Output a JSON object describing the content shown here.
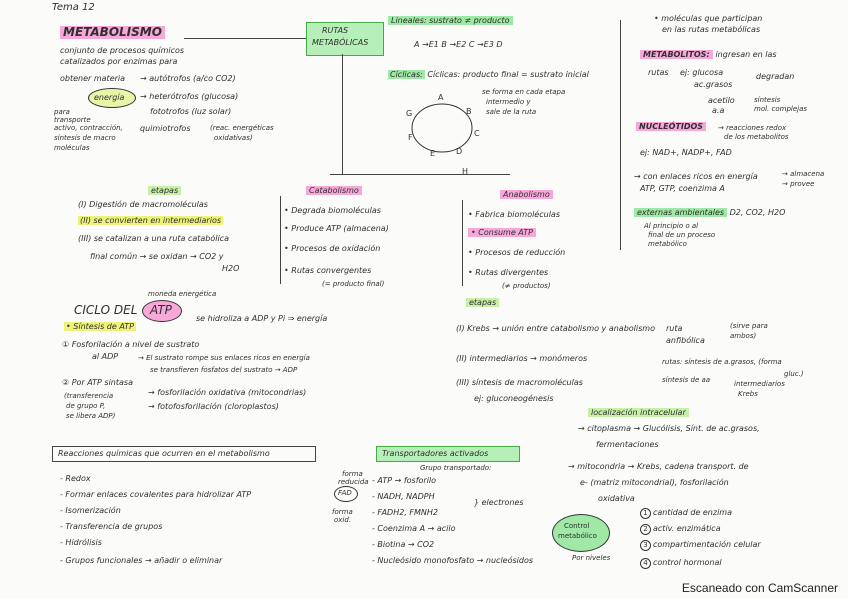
{
  "header": {
    "tema": "Tema 12"
  },
  "metabolismo": {
    "title": "METABOLISMO",
    "def": [
      "conjunto de procesos químicos",
      "catalizados por enzimas para",
      "obtener materia"
    ],
    "autotrofos": "→ autótrofos (a/co CO2)",
    "energia": "energía",
    "heterotrofos": "→ heterótrofos (glucosa)",
    "fototrofos": "fototrofos (luz solar)",
    "quimiotrofos": "quimiotrofos",
    "quimio_note": [
      "(reac. energéticas",
      "oxidativas)"
    ],
    "para": [
      "para",
      "transporte",
      "activo, contracción,",
      "síntesis de macro",
      "moléculas"
    ]
  },
  "rutas": {
    "title": [
      "RUTAS",
      "METABÓLICAS"
    ],
    "lineales": "Lineales: sustrato ≠ producto",
    "lineal_seq": "A →E1 B →E2 C →E3 D",
    "ciclicas": "Cíclicas: producto final = sustrato inicial",
    "ciclo_note": [
      "se forma en cada etapa",
      "intermedio y",
      "sale de la ruta"
    ],
    "cycle_nodes": [
      "A",
      "B",
      "C",
      "D",
      "E",
      "F",
      "G",
      "H"
    ]
  },
  "right_top": {
    "moleculas": [
      "• moléculas que participan",
      "en las rutas metabólicas"
    ],
    "metabolitos": "METABOLITOS:",
    "metabolitos_desc": "ingresan en las",
    "rutas": "rutas",
    "glucosa": "ej: glucosa",
    "acgrasos": "ac.grasos",
    "degradan": "degradan",
    "acetilo": "acetilo",
    "aa": "a.a",
    "sintesis": [
      "síntesis",
      "mol. complejas"
    ],
    "nucleotidos": "NUCLEÓTIDOS",
    "nucleotidos_desc": [
      "→ reacciones redox",
      "de los metabolitos"
    ],
    "nad": "ej: NAD+, NADP+, FAD",
    "enlaces": "→ con enlaces ricos en energía",
    "almacena": [
      "→ almacena",
      "→ provee"
    ],
    "atp": "ATP, GTP, coenzima A",
    "externas": "externas ambientales",
    "d2": "D2, CO2, H2O",
    "externas_note": [
      "Al principio o al",
      "final de un proceso",
      "metabólico"
    ]
  },
  "etapas_left": {
    "title": "etapas",
    "items": [
      "(I) Digestión de macromoléculas",
      "(II) se convierten en intermediarios",
      "(III) se catalizan a una ruta catabólica",
      "final común → se oxidan → CO2 y",
      "H2O"
    ]
  },
  "catabolismo": {
    "title": "Catabolismo",
    "items": [
      "• Degrada biomoléculas",
      "• Produce ATP (almacena)",
      "• Procesos de oxidación",
      "• Rutas convergentes",
      "(= producto final)"
    ]
  },
  "anabolismo": {
    "title": "Anabolismo",
    "items": [
      "• Fabrica biomoléculas",
      "• Consume ATP",
      "• Procesos de reducción",
      "• Rutas divergentes",
      "(≠ productos)"
    ]
  },
  "atp": {
    "title": "CICLO DEL",
    "atp": "ATP",
    "moneda": "moneda energética",
    "sintesis": "• Síntesis de ATP",
    "hidroliza": "se hidroliza a ADP y Pi ⇒ energía",
    "fosf": "① Fosforilación a nivel de sustrato",
    "fosf_a": "al ADP",
    "fosf_desc": [
      "→ El sustrato rompe sus enlaces ricos en energía",
      "se transfieren fosfatos del sustrato → ADP"
    ],
    "atp_sint": "② Por ATP sintasa",
    "atp_sint_note": [
      "(transferencia",
      "de grupo P,",
      "se libera ADP)"
    ],
    "ox": "→ fosforilación oxidativa (mitocondrias)",
    "foto": "→ fotofosforilación (cloroplastos)"
  },
  "etapas_right": {
    "title": "etapas",
    "krebs": "(I) Krebs → unión entre catabolismo y anabolismo",
    "anfibolica": [
      "ruta",
      "anfibólica"
    ],
    "sinepara": [
      "(sirve para",
      "ambos)"
    ],
    "inter": "(II) intermediarios → monómeros",
    "inter_note": [
      "rutas: síntesis de a.grasos, (forma",
      "síntesis de aa",
      "gluc.)"
    ],
    "macro": "(III) síntesis de macromoléculas",
    "glu": "ej: gluconeogénesis",
    "inter_b": [
      "intermediarios",
      "Krebs"
    ]
  },
  "reacciones": {
    "title": "Reacciones químicas que ocurren en el metabolismo",
    "items": [
      "- Redox",
      "- Formar enlaces covalentes para hidrolizar ATP",
      "- Isomerización",
      "- Transferencia de grupos",
      "- Hidrólisis",
      "- Grupos funcionales → añadir o eliminar"
    ]
  },
  "transportadores": {
    "title": "Transportadores activados",
    "sub": "Grupo transportado:",
    "forma": [
      "forma",
      "reducida"
    ],
    "fad": [
      "forma",
      "oxid.",
      "FAD"
    ],
    "items": [
      "- ATP → fosforilo",
      "- NADH, NADPH",
      "- FADH2, FMNH2",
      "- Coenzima A → acilo",
      "- Biotina → CO2",
      "- Nucleósido monofosfato → nucleósidos"
    ],
    "electrones": "} electrones"
  },
  "control": {
    "label": [
      "Control",
      "metabólico"
    ],
    "niveles": "Por niveles",
    "items": [
      "cantidad de enzima",
      "activ. enzimática",
      "compartimentación celular",
      "control hormonal"
    ]
  },
  "localizacion": {
    "title": "localización intracelular",
    "cito": "→ citoplasma → Glucólisis, Sínt. de ac.grasos,",
    "cito2": "fermentaciones",
    "mito": "→ mitocondria → Krebs, cadena transport. de",
    "mito2": "e- (matriz mitocondrial), fosforilación",
    "mito3": "oxidativa"
  },
  "footer": "Escaneado con CamScanner"
}
